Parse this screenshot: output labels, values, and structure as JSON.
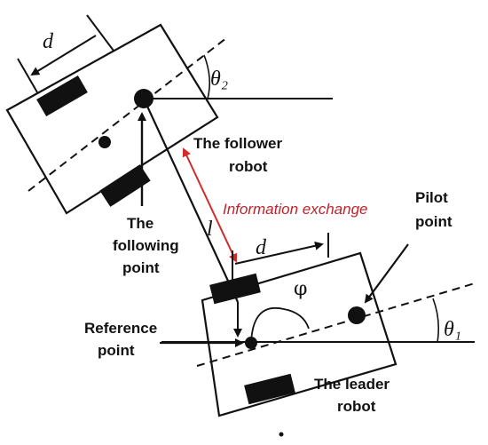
{
  "labels": {
    "d_top": "d",
    "theta2": "θ₂",
    "follower_1": "The follower",
    "follower_2": "robot",
    "info_exchange": "Information exchange",
    "pilot_1": "Pilot",
    "pilot_2": "point",
    "l": "l",
    "d_leader": "d",
    "phi": "φ",
    "theta1": "θ₁",
    "following_1": "The",
    "following_2": "following",
    "following_3": "point",
    "reference_1": "Reference",
    "reference_2": "point",
    "leader_1": "The leader",
    "leader_2": "robot"
  },
  "colors": {
    "ink": "#111111",
    "info_arrow": "#d22b2b",
    "info_text": "#c0222a"
  }
}
